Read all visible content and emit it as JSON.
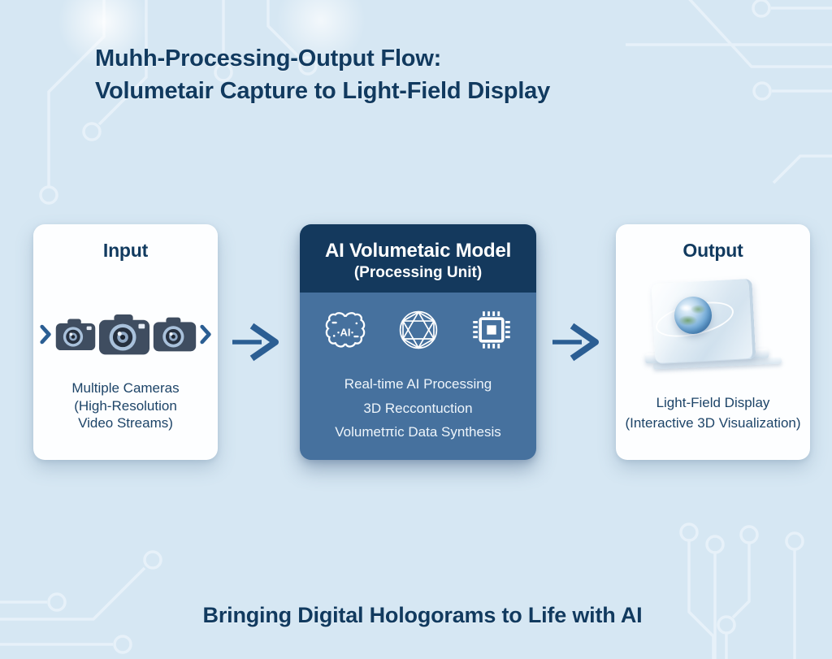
{
  "theme": {
    "background": "#d6e7f3",
    "circuit_line": "#e8f2fa",
    "heading_navy": "#113a5f",
    "caption_navy": "#1d4468",
    "card_white": "#fdfeff",
    "processing_header": "#14395d",
    "processing_body": "#46719e",
    "processing_text": "#eef5fb",
    "arrow_blue": "#2b5e93",
    "camera_body": "#3f4d60",
    "camera_lens_ring": "#a9c1db"
  },
  "title": {
    "line1": "Muhh-Processing-Output Flow:",
    "line2": "Volumetair Capture to Light-Field Display"
  },
  "flow": {
    "input": {
      "heading": "Input",
      "icons": [
        "chevron-right-icon",
        "camera-icon",
        "camera-icon",
        "camera-icon",
        "chevron-right-icon"
      ],
      "caption_lines": [
        "Multiple Cameras",
        "(High-Resolution",
        "Video Streams)"
      ]
    },
    "processing": {
      "heading_line1": "AI Volumetaic Model",
      "heading_line2": "(Processing Unit)",
      "ai_label": "AI",
      "icons": [
        "ai-brain-icon",
        "wireframe-globe-icon",
        "processor-chip-icon"
      ],
      "features": [
        "Real-time AI Processing",
        "3D Reccontuction",
        "Volumetπic Data Synthesis"
      ]
    },
    "output": {
      "heading": "Output",
      "icons": [
        "light-field-display-icon"
      ],
      "caption_lines": [
        "Light-Field Display",
        "(Interactive 3D Visualization)"
      ]
    }
  },
  "tagline": "Bringing Digital Hologorams to Life with AI"
}
